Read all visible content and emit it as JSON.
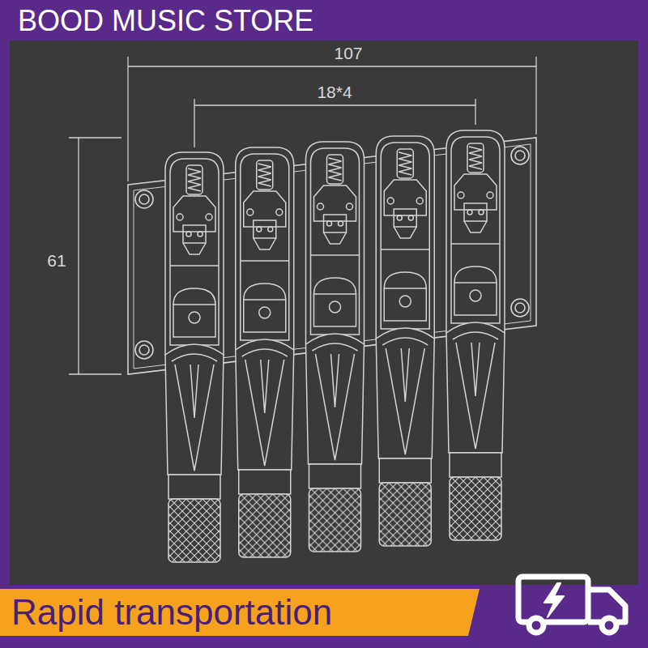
{
  "diagram": {
    "nodes": [
      {
        "text": [
          "BOOD MUSIC STORE"
        ]
      },
      {
        "text": [
          "Rapid transportation"
        ]
      }
    ],
    "labels": [
      "107",
      "18*4",
      "61"
    ]
  }
}
